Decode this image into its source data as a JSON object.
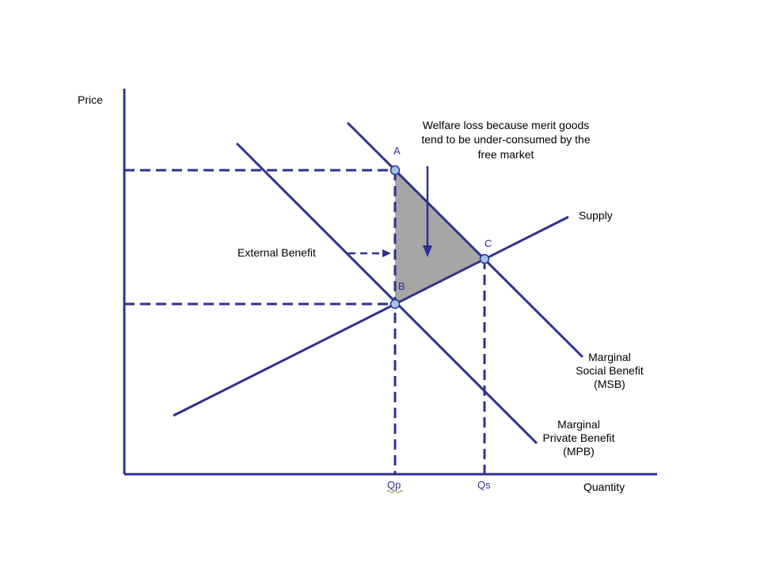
{
  "colors": {
    "line": "#2e3192",
    "point_fill": "#9ec5e8",
    "welfare_fill": "#a6a6a6",
    "text": "#000000",
    "point_label": "#2e3192"
  },
  "axes": {
    "y_label": "Price",
    "x_label": "Quantity"
  },
  "curves": {
    "supply": "Supply",
    "msb": [
      "Marginal",
      "Social Benefit",
      "(MSB)"
    ],
    "mpb": [
      "Marginal",
      "Private Benefit",
      "(MPB)"
    ]
  },
  "points": {
    "a": "A",
    "b": "B",
    "c": "C"
  },
  "quantities": {
    "qp": "Qp",
    "qs": "Qs"
  },
  "annotations": {
    "welfare_loss": [
      "Welfare loss because merit goods",
      "tend to be under-consumed by the",
      "free market"
    ],
    "external_benefit": "External Benefit"
  }
}
